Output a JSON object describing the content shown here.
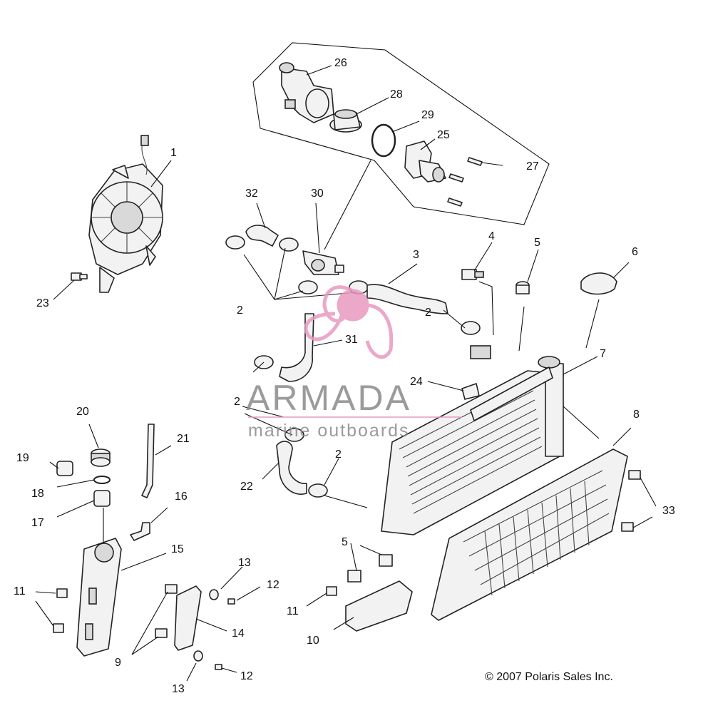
{
  "callouts": {
    "c1": "1",
    "c2a": "2",
    "c2b": "2",
    "c2c": "2",
    "c2d": "2",
    "c3": "3",
    "c4": "4",
    "c5a": "5",
    "c5b": "5",
    "c6": "6",
    "c7": "7",
    "c8": "8",
    "c9": "9",
    "c10": "10",
    "c11a": "11",
    "c11b": "11",
    "c12a": "12",
    "c12b": "12",
    "c13a": "13",
    "c13b": "13",
    "c14": "14",
    "c15": "15",
    "c16": "16",
    "c17": "17",
    "c18": "18",
    "c19": "19",
    "c20": "20",
    "c21": "21",
    "c22": "22",
    "c23": "23",
    "c24": "24",
    "c25": "25",
    "c26": "26",
    "c27": "27",
    "c28": "28",
    "c29": "29",
    "c30": "30",
    "c31": "31",
    "c32": "32",
    "c33": "33"
  },
  "copyright": "© 2007 Polaris Sales Inc.",
  "watermark": {
    "title": "ARMADA",
    "subtitle": "marine outboards",
    "color": "#e89ac0"
  }
}
